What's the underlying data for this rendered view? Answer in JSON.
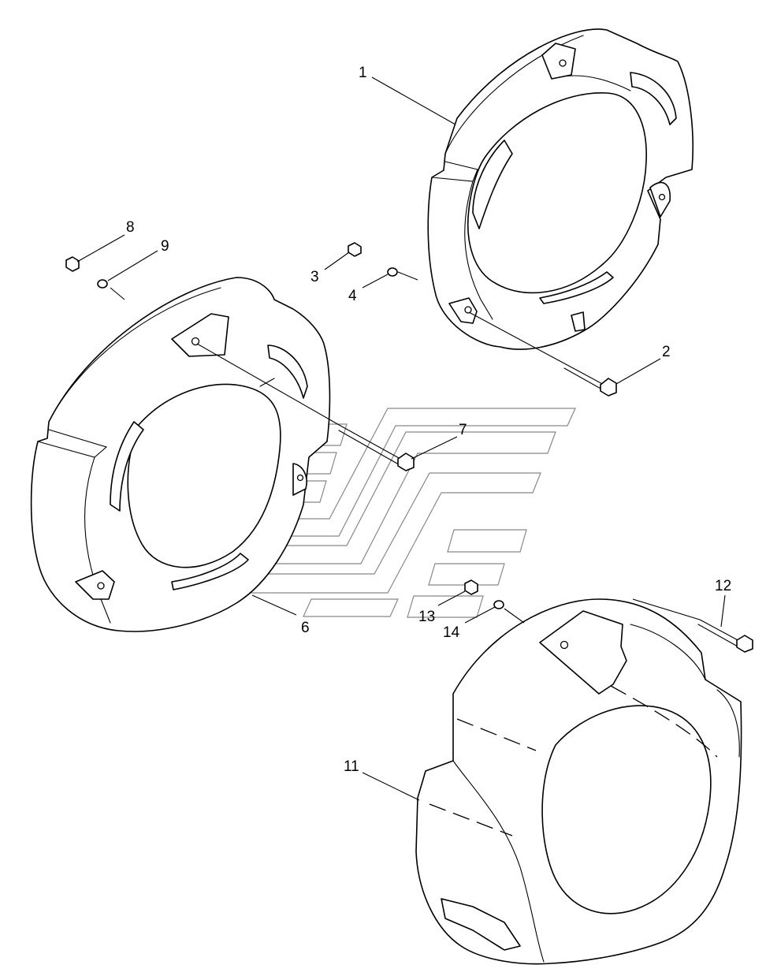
{
  "callouts": [
    {
      "id": "c1",
      "text": "1"
    },
    {
      "id": "c2",
      "text": "2"
    },
    {
      "id": "c3",
      "text": "3"
    },
    {
      "id": "c4",
      "text": "4"
    },
    {
      "id": "c6",
      "text": "6"
    },
    {
      "id": "c7",
      "text": "7"
    },
    {
      "id": "c8",
      "text": "8"
    },
    {
      "id": "c9",
      "text": "9"
    },
    {
      "id": "c11",
      "text": "11"
    },
    {
      "id": "c12",
      "text": "12"
    },
    {
      "id": "c13",
      "text": "13"
    },
    {
      "id": "c14",
      "text": "14"
    }
  ],
  "colors": {
    "line": "#000000",
    "logo": "#888888",
    "background": "#ffffff"
  }
}
